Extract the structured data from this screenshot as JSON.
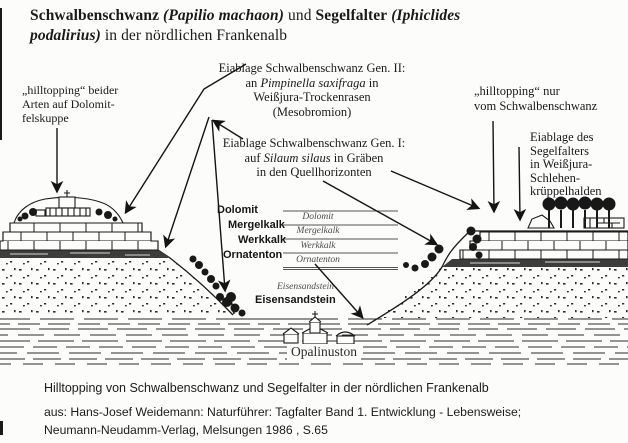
{
  "title": {
    "part1": "Schwalbenschwanz",
    "part2": " (Papilio machaon) ",
    "part3": "und ",
    "part4": "Segelfalter",
    "part5a": " (Iphiclides",
    "part5b": "podalirius) ",
    "part6": "in der nördlichen Frankenalb"
  },
  "labels": {
    "hilltopping_left": "„hilltopping“ beider\nArten auf Dolomit-\nfelskuppe",
    "gen2": {
      "line1": "Eiablage Schwalbenschwanz Gen. II:",
      "line2_pre": "an ",
      "line2_it": "Pimpinella saxifraga",
      "line2_post": " in",
      "line3": "Weißjura-Trockenrasen",
      "line4": "(Mesobromion)"
    },
    "gen1": {
      "line1": "Eiablage Schwalbenschwanz Gen. I:",
      "line2_pre": "auf ",
      "line2_it": "Silaum silaus",
      "line2_post": " in Gräben",
      "line3": "in den Quellhorizonten"
    },
    "hilltopping_right": "„hilltopping“ nur\nvom Schwalbenschwanz",
    "segelfalter": "Eiablage des\nSegelfalters\nin Weißjura-\nSchlehen-\nkrüppelhalden",
    "opalinuston": "Opalinuston"
  },
  "legend": {
    "annotations": [
      "Dolomit",
      "Mergelkalk",
      "Werkkalk",
      "Ornatenton"
    ],
    "printed": [
      "Dolomit",
      "Mergelkalk",
      "Werkkalk",
      "Ornatenton"
    ],
    "eisensandstein_printed": "Eisensandstein",
    "eisensandstein_annotation": "Eisensandstein"
  },
  "caption": "Hilltopping von Schwalbenschwanz und Segelfalter in der nördlichen Frankenalb",
  "source": "aus: Hans-Josef Weidemann: Naturführer: Tagfalter Band 1. Entwicklung - Lebensweise;\nNeumann-Neudamm-Verlag, Melsungen 1986 , S.65",
  "icons": {
    "castle": "castle-ruin-icon",
    "church": "village-church-icon",
    "trees": "tree-icon",
    "bushes": "bush-icon",
    "arrows": "arrow-icon"
  },
  "colors": {
    "ink": "#1a1a1a",
    "paper": "#fcfcfa",
    "printed_gray": "#4c4c4c",
    "ornatenton_band": "#3d3d3d"
  }
}
